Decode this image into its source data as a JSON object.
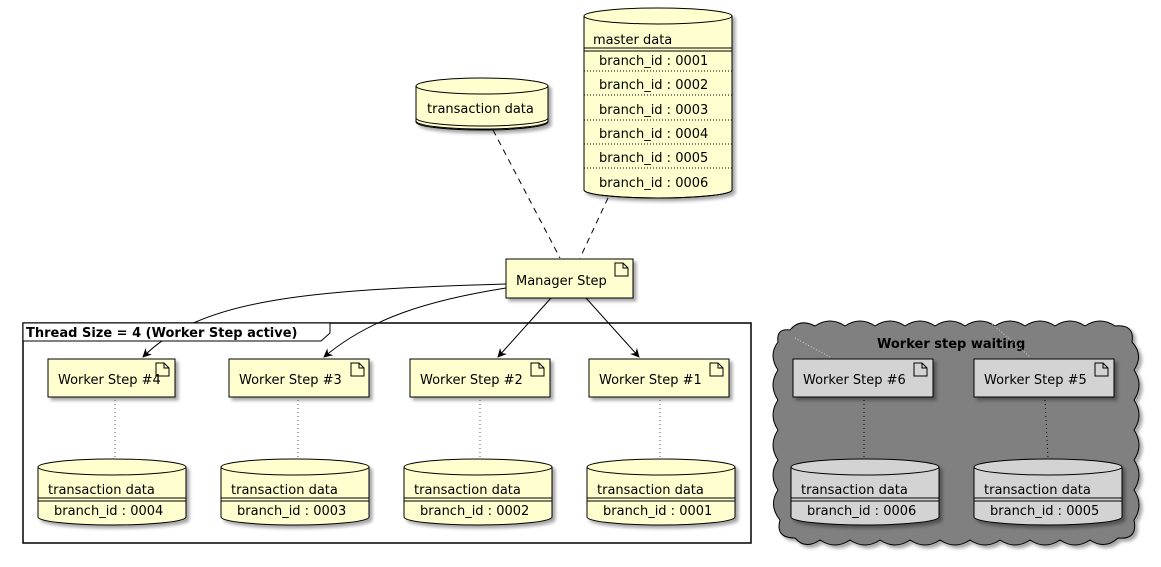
{
  "colors": {
    "node_fill": "#FEFECE",
    "waiting_node_fill": "#D3D3D3",
    "cloud_fill": "#808080",
    "stroke": "#000000",
    "shadow": "#C0C0C0"
  },
  "top": {
    "transaction_db": {
      "label": "transaction data"
    },
    "master_db": {
      "label": "master data",
      "rows": [
        "branch_id : 0001",
        "branch_id : 0002",
        "branch_id : 0003",
        "branch_id : 0004",
        "branch_id : 0005",
        "branch_id : 0006"
      ]
    },
    "manager": {
      "label": "Manager Step",
      "icon": "document-icon"
    }
  },
  "active_frame": {
    "title": "Thread Size = 4 (Worker Step active)",
    "workers": [
      {
        "label": "Worker Step #4",
        "db_label": "transaction data",
        "db_row": "branch_id : 0004"
      },
      {
        "label": "Worker Step #3",
        "db_label": "transaction data",
        "db_row": "branch_id : 0003"
      },
      {
        "label": "Worker Step #2",
        "db_label": "transaction data",
        "db_row": "branch_id : 0002"
      },
      {
        "label": "Worker Step #1",
        "db_label": "transaction data",
        "db_row": "branch_id : 0001"
      }
    ]
  },
  "waiting_cloud": {
    "title": "Worker step waiting",
    "workers": [
      {
        "label": "Worker Step #6",
        "db_label": "transaction data",
        "db_row": "branch_id : 0006"
      },
      {
        "label": "Worker Step #5",
        "db_label": "transaction data",
        "db_row": "branch_id : 0005"
      }
    ]
  }
}
